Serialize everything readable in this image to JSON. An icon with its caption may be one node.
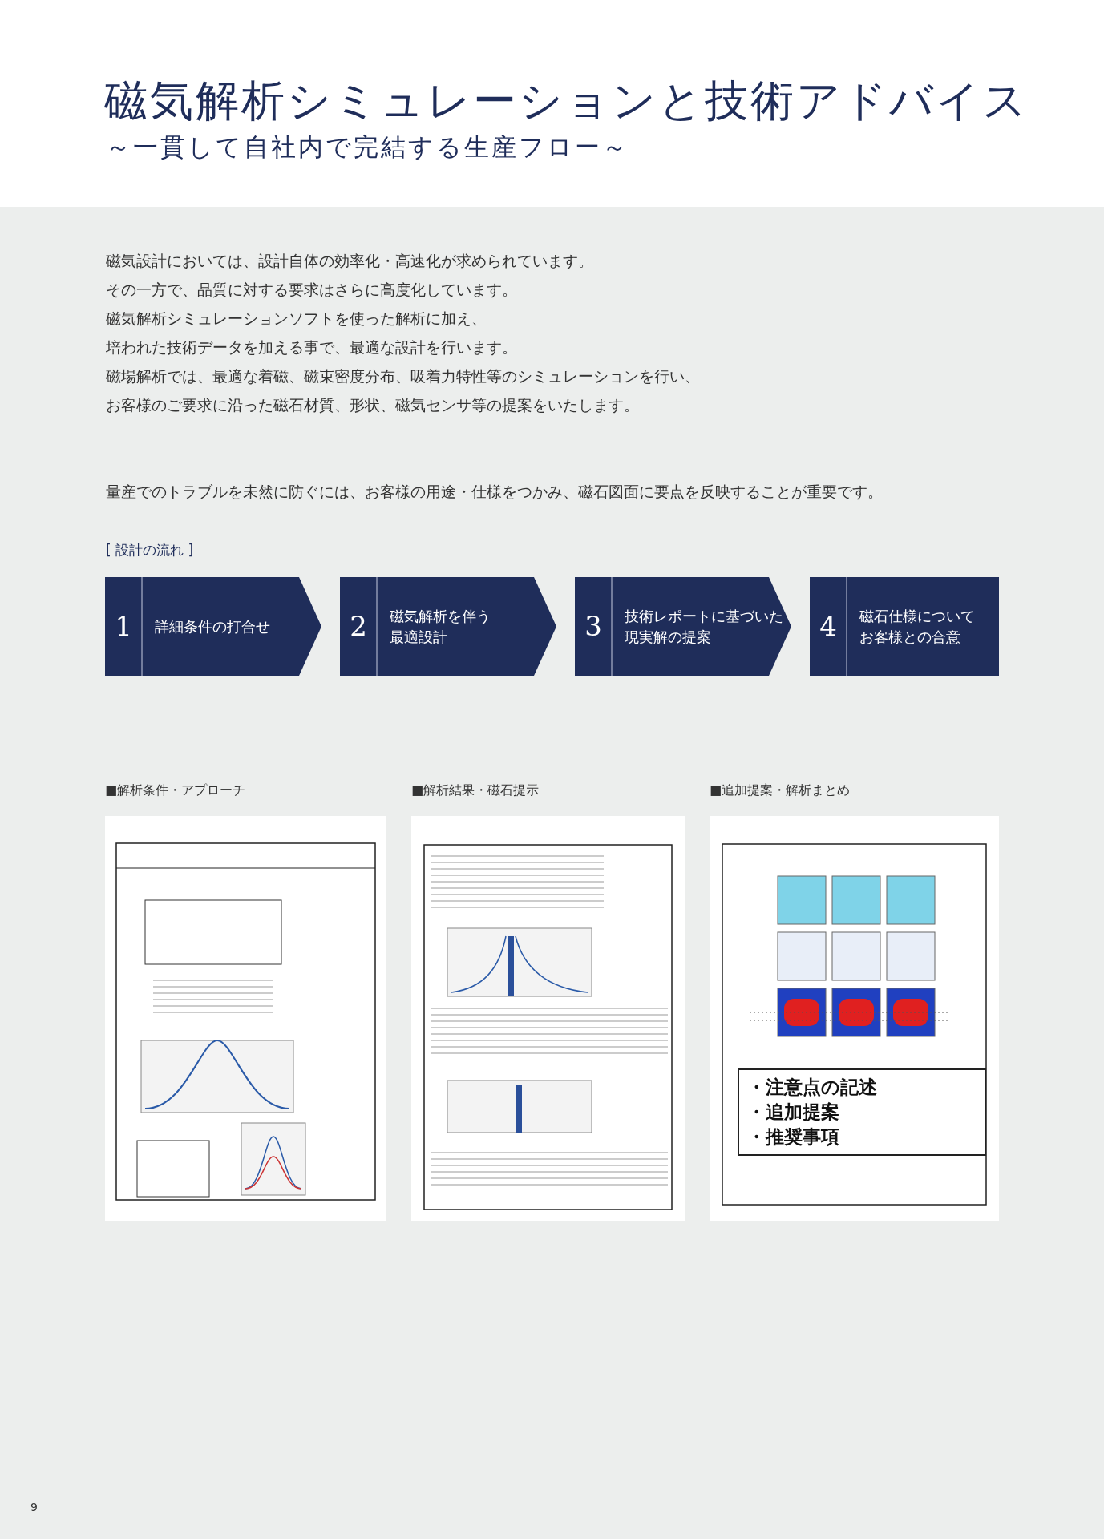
{
  "diagram": {
    "title": "磁気解析シミュレーションと技術アドバイス",
    "nodes": [
      {
        "text": [
          "1",
          "詳細条件の打合せ"
        ]
      },
      {
        "text": [
          "2",
          "磁気解析を伴う最適設計"
        ]
      },
      {
        "text": [
          "3",
          "技術レポートに基づいた現実解の提案"
        ]
      },
      {
        "text": [
          "4",
          "磁石仕様についてお客様との合意"
        ]
      },
      {
        "text": [
          "■解析条件・アプローチ"
        ]
      },
      {
        "text": [
          "■解析結果・磁石提示"
        ]
      },
      {
        "text": [
          "■追加提案・解析まとめ"
        ]
      },
      {
        "text": [
          "・注意点の記述",
          "・追加提案",
          "・推奨事項"
        ],
        "in": 6
      }
    ],
    "labels": [
      "～一貫して自社内で完結する生産フロー～",
      "磁気設計においては、設計自体の効率化・高速化が求められています。",
      "その一方で、品質に対する要求はさらに高度化しています。",
      "磁気解析シミュレーションソフトを使った解析に加え、",
      "培われた技術データを加える事で、最適な設計を行います。",
      "磁場解析では、最適な着磁、磁束密度分布、吸着力特性等のシミュレーションを行い、",
      "お客様のご要求に沿った磁石材質、形状、磁気センサ等の提案をいたします。",
      "量産でのトラブルを未然に防ぐには、お客様の用途・仕様をつかみ、磁石図面に要点を反映することが重要です。",
      "[ 設計の流れ ]",
      "9"
    ]
  }
}
